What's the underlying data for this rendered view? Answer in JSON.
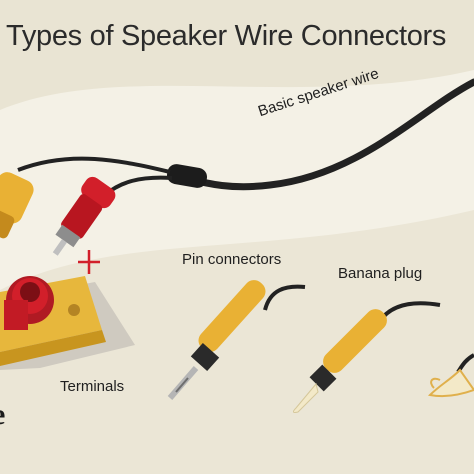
{
  "title": "Types of Speaker Wire Connectors",
  "labels": {
    "basic_wire": "Basic speaker wire",
    "pin_connectors": "Pin connectors",
    "banana_plug": "Banana plug",
    "terminals": "Terminals"
  },
  "logo_text": "e",
  "colors": {
    "background": "#e9e4d3",
    "lighter_panel": "#f4f1e6",
    "wire": "#222222",
    "brass": "#e9b134",
    "red": "#d21f2a",
    "terminal_base": "#e7b73c"
  }
}
